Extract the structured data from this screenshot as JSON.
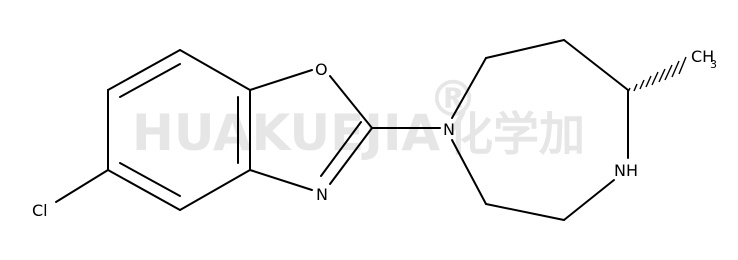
{
  "watermark": {
    "latin": "HUAKUEJIA",
    "registered": "®",
    "chinese": "化学加"
  },
  "atoms": {
    "cl": "Cl",
    "o": "O",
    "n_ring": "N",
    "n_diazepane": "N",
    "nh": "NH",
    "ch3_main": "CH",
    "ch3_sub": "3"
  }
}
